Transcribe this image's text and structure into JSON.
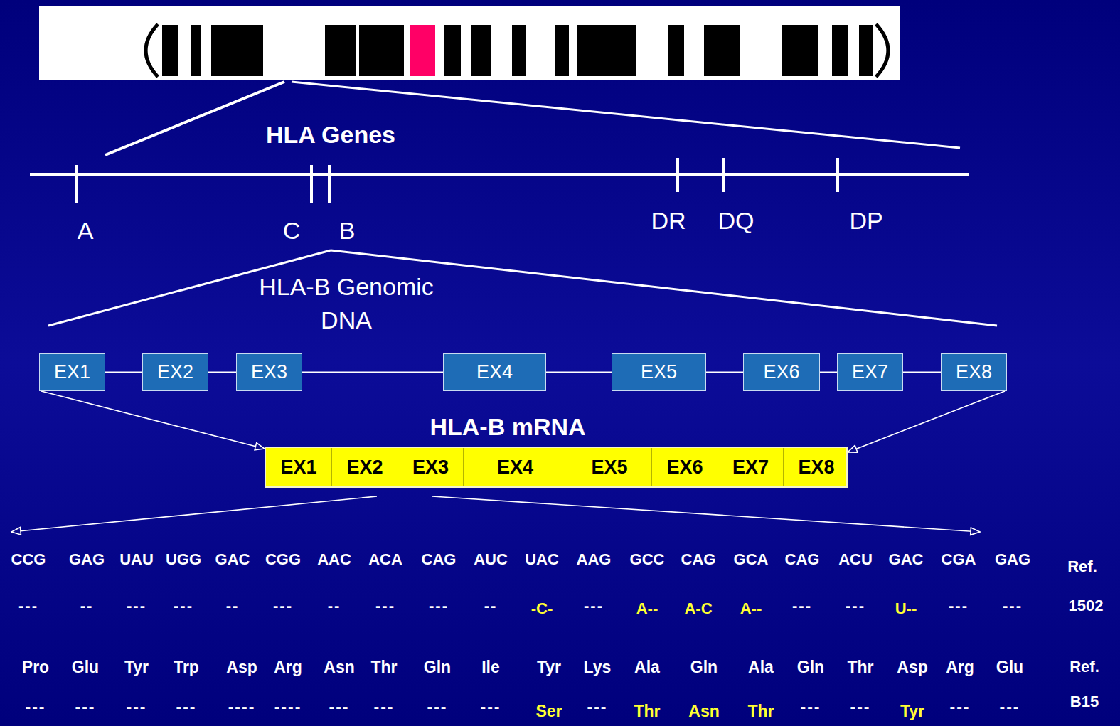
{
  "diagram": {
    "nodes": [
      {
        "text": [
          "EX1"
        ]
      },
      {
        "text": [
          "EX2"
        ]
      },
      {
        "text": [
          "EX3"
        ]
      },
      {
        "text": [
          "EX4"
        ]
      },
      {
        "text": [
          "EX5"
        ]
      },
      {
        "text": [
          "EX6"
        ]
      },
      {
        "text": [
          "EX7"
        ]
      },
      {
        "text": [
          "EX8"
        ]
      },
      {
        "text": [
          "HLA-B mRNA"
        ]
      },
      {
        "text": [
          "EX1"
        ],
        "in": 8
      },
      {
        "text": [
          "EX2"
        ],
        "in": 8
      },
      {
        "text": [
          "EX3"
        ],
        "in": 8
      },
      {
        "text": [
          "EX4"
        ],
        "in": 8
      },
      {
        "text": [
          "EX5"
        ],
        "in": 8
      },
      {
        "text": [
          "EX6"
        ],
        "in": 8
      },
      {
        "text": [
          "EX7"
        ],
        "in": 8
      },
      {
        "text": [
          "EX8"
        ],
        "in": 8
      }
    ],
    "edges": [
      {
        "from": 0,
        "to": 1,
        "arrow": "none"
      },
      {
        "from": 1,
        "to": 2,
        "arrow": "none"
      },
      {
        "from": 2,
        "to": 3,
        "arrow": "none"
      },
      {
        "from": 3,
        "to": 4,
        "arrow": "none"
      },
      {
        "from": 4,
        "to": 5,
        "arrow": "none"
      },
      {
        "from": 5,
        "to": 6,
        "arrow": "none"
      },
      {
        "from": 6,
        "to": 7,
        "arrow": "none"
      },
      {
        "from": 0,
        "to": 8,
        "arrow": "to"
      },
      {
        "from": 7,
        "to": 8,
        "arrow": "to"
      }
    ],
    "labels": [
      "HLA Genes",
      "A",
      "C",
      "B",
      "DR",
      "DQ",
      "DP",
      "HLA-B Genomic DNA",
      "CCG",
      "GAG",
      "UAU",
      "UGG",
      "GAC",
      "CGG",
      "AAC",
      "ACA",
      "CAG",
      "AUC",
      "UAC",
      "AAG",
      "GCC",
      "CAG",
      "GCA",
      "CAG",
      "ACU",
      "GAC",
      "CGA",
      "GAG",
      "Ref.",
      "---",
      "--",
      "---",
      "---",
      "--",
      "---",
      "--",
      "---",
      "---",
      "--",
      "-C-",
      "---",
      "A--",
      "A-C",
      "A--",
      "---",
      "---",
      "U--",
      "---",
      "---",
      "1502",
      "Pro",
      "Glu",
      "Tyr",
      "Trp",
      "Asp",
      "Arg",
      "Asn",
      "Thr",
      "Gln",
      "Ile",
      "Tyr",
      "Lys",
      "Ala",
      "Gln",
      "Ala",
      "Gln",
      "Thr",
      "Asp",
      "Arg",
      "Glu",
      "Ref.",
      "---",
      "---",
      "---",
      "---",
      "----",
      "----",
      "---",
      "---",
      "---",
      "---",
      "Ser",
      "---",
      "Thr",
      "Asn",
      "Thr",
      "---",
      "---",
      "Tyr",
      "---",
      "---",
      "B15"
    ]
  }
}
